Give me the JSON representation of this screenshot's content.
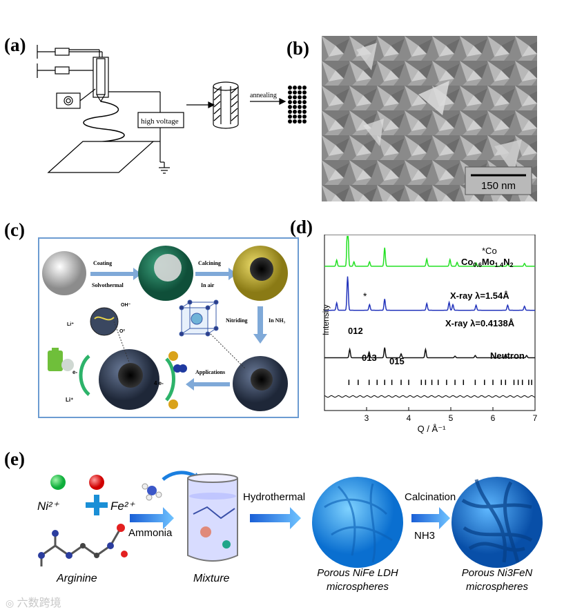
{
  "panels": {
    "a": {
      "letter": "(a)",
      "high_voltage_label": "high voltage",
      "annealing_label": "annealing"
    },
    "b": {
      "letter": "(b)",
      "scale_bar_label": "150 nm"
    },
    "c": {
      "letter": "(c)",
      "steps": {
        "coating": "Coating",
        "solvothermal": "Solvothermal",
        "calcining": "Calcining",
        "in_air": "In air",
        "nitriding": "Nitriding",
        "in_nh3": "In NH₃",
        "applications": "Applications"
      },
      "labels": {
        "oh": "OH⁻",
        "o2": "O²",
        "li_plus_top": "Li⁺",
        "e_minus_left": "e-",
        "li_plus_bottom": "Li⁺",
        "four_e": "4 e-"
      },
      "accent_colors": {
        "green_sphere": "#1f7a5a",
        "yellow_sphere": "#c9b234",
        "dark_sphere": "#3a4760",
        "arrow_blue": "#7fa9d8",
        "border": "#6b9bd1"
      }
    },
    "d": {
      "letter": "(d)",
      "legend_co_star": "*Co",
      "legend_compound_base": "Co",
      "legend_sub1": "0.6",
      "legend_mid": "Mo",
      "legend_sub2": "1.4",
      "legend_end": "N",
      "legend_sub3": "2",
      "star_mark": "*",
      "peak_labels": {
        "p012": "012",
        "p013": "013",
        "p015": "015"
      }
    },
    "e": {
      "letter": "(e)",
      "ni_ion": "Ni²⁺",
      "fe_ion": "Fe²⁺",
      "ammonia": "Ammonia",
      "arginine": "Arginine",
      "mixture": "Mixture",
      "hydrothermal": "Hydrothermal",
      "calcination": "Calcination",
      "nh3": "NH3",
      "ldh_line1": "Porous NiFe LDH",
      "ldh_line2": "microspheres",
      "nitride_line1": "Porous Ni3FeN",
      "nitride_line2": "microspheres"
    }
  },
  "watermark": "六数跨境",
  "chart_data": {
    "type": "line",
    "xlabel": "Q / Å⁻¹",
    "ylabel": "Intensity",
    "xlim": [
      2,
      7
    ],
    "xticks": [
      "3",
      "4",
      "5",
      "6",
      "7"
    ],
    "series": [
      {
        "name": "X-ray λ=1.54Å",
        "color": "#22e022",
        "offset": 0.82,
        "peaks": [
          [
            2.29,
            0.11
          ],
          [
            2.55,
            1.0
          ],
          [
            2.7,
            0.08
          ],
          [
            3.07,
            0.08
          ],
          [
            3.43,
            0.33
          ],
          [
            4.43,
            0.13
          ],
          [
            4.98,
            0.12
          ],
          [
            5.15,
            0.07
          ],
          [
            5.6,
            0.06
          ],
          [
            6.35,
            0.04
          ],
          [
            6.75,
            0.05
          ]
        ]
      },
      {
        "name": "X-ray λ=0.4138Å",
        "color": "#2233bb",
        "offset": 0.57,
        "peaks": [
          [
            2.29,
            0.13
          ],
          [
            2.55,
            0.6
          ],
          [
            3.07,
            0.1
          ],
          [
            3.43,
            0.2
          ],
          [
            4.43,
            0.12
          ],
          [
            4.96,
            0.14
          ],
          [
            5.05,
            0.1
          ],
          [
            5.6,
            0.09
          ],
          [
            6.35,
            0.09
          ],
          [
            6.75,
            0.07
          ]
        ]
      },
      {
        "name": "Neutron",
        "color": "#111111",
        "offset": 0.3,
        "peaks": [
          [
            2.6,
            0.15
          ],
          [
            3.06,
            0.1
          ],
          [
            3.43,
            0.18
          ],
          [
            3.82,
            0.07
          ],
          [
            4.4,
            0.15
          ],
          [
            5.1,
            0.03
          ],
          [
            5.58,
            0.04
          ],
          [
            6.3,
            0.06
          ],
          [
            6.8,
            0.04
          ]
        ]
      }
    ],
    "tick_marks": [
      2.58,
      2.8,
      3.06,
      3.25,
      3.43,
      3.6,
      3.82,
      4.0,
      4.3,
      4.4,
      4.55,
      4.7,
      4.9,
      5.1,
      5.3,
      5.58,
      5.8,
      6.0,
      6.2,
      6.3,
      6.5,
      6.6,
      6.7,
      6.85,
      6.92
    ]
  }
}
